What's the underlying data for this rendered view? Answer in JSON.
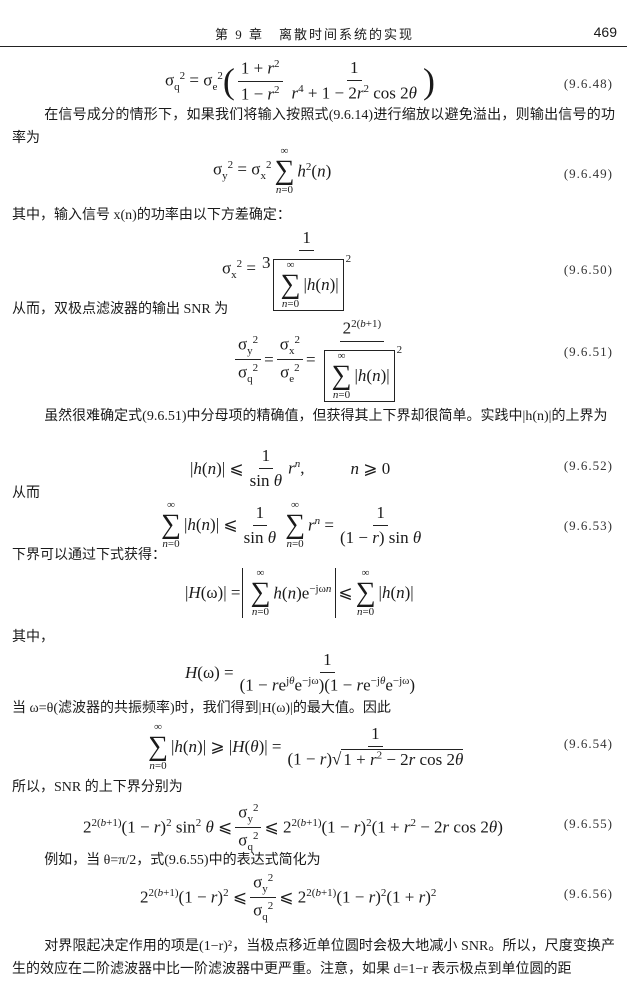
{
  "header": {
    "chapter_title": "第 9 章　离散时间系统的实现",
    "page_number": "469"
  },
  "paragraphs": {
    "p1": "在信号成分的情形下，如果我们将输入按照式(9.6.14)进行缩放以避免溢出，则输出信号的功率为",
    "p2": "其中，输入信号 x(n)的功率由以下方差确定：",
    "p3": "从而，双极点滤波器的输出 SNR 为",
    "p4": "虽然很难确定式(9.6.51)中分母项的精确值，但获得其上下界却很简单。实践中|h(n)|的上界为",
    "p5": "从而",
    "p6": "下界可以通过下式获得：",
    "p7": "其中，",
    "p8": "当 ω=θ(滤波器的共振频率)时，我们得到|H(ω)|的最大值。因此",
    "p9": "所以，SNR 的上下界分别为",
    "p10": "例如，当 θ=π/2，式(9.6.55)中的表达式简化为",
    "p11": "对界限起决定作用的项是(1−r)²，当极点移近单位圆时会极大地减小 SNR。所以，尺度变换产生的效应在二阶滤波器中比一阶滤波器中更严重。注意，如果 d=1−r 表示极点到单位圆的距"
  },
  "equations": {
    "e48": {
      "number": "(9.6.48)",
      "lhs": "σ<sub>q</sub><sup>2</sup> = σ<sub>e</sub><sup>2</sup>",
      "n1": "1 + <i>r</i><sup>2</sup>",
      "d1": "1 − <i>r</i><sup>2</sup>",
      "n2": "1",
      "d2": "<i>r</i><sup>4</sup> + 1 − 2<i>r</i><sup>2</sup> cos 2<i>θ</i>"
    },
    "e49": {
      "number": "(9.6.49)",
      "lhs": "σ<sub>y</sub><sup>2</sup> = σ<sub>x</sub><sup>2</sup>",
      "upper": "∞",
      "lower": "<i>n</i>=0",
      "term": "<i>h</i><sup>2</sup>(<i>n</i>)"
    },
    "e50": {
      "number": "(9.6.50)",
      "lhs": "σ<sub>x</sub><sup>2</sup> =",
      "num": "1",
      "coef": "3",
      "upper": "∞",
      "lower": "<i>n</i>=0",
      "term": "|<i>h</i>(<i>n</i>)|",
      "exp": "2"
    },
    "e51": {
      "number": "(9.6.51)",
      "n1": "σ<sub>y</sub><sup>2</sup>",
      "d1": "σ<sub>q</sub><sup>2</sup>",
      "n2": "σ<sub>x</sub><sup>2</sup>",
      "d2": "σ<sub>e</sub><sup>2</sup>",
      "n3": "2<sup>2(<i>b</i>+1)</sup>",
      "upper": "∞",
      "lower": "<i>n</i>=0",
      "term": "|<i>h</i>(<i>n</i>)|",
      "exp": "2"
    },
    "e52": {
      "number": "(9.6.52)",
      "lhs": "|<i>h</i>(<i>n</i>)| ⩽",
      "num": "1",
      "den": "sin <i>θ</i>",
      "rhs": "<i>r</i><sup><i>n</i></sup>,",
      "cond": "<i>n</i> ⩾ 0"
    },
    "e53": {
      "number": "(9.6.53)",
      "upper": "∞",
      "lower": "<i>n</i>=0",
      "term1": "|<i>h</i>(<i>n</i>)| ⩽",
      "num1": "1",
      "den1": "sin <i>θ</i>",
      "term2": "<i>r</i><sup><i>n</i></sup> =",
      "num2": "1",
      "den2": "(1 − <i>r</i>) sin <i>θ</i>"
    },
    "eH": {
      "lhs": "|<i>H</i>(ω)| =",
      "upper": "∞",
      "lower": "<i>n</i>=0",
      "inner": "<i>h</i>(<i>n</i>)e<sup>−jω<i>n</i></sup>",
      "le": "⩽",
      "term": "|<i>h</i>(<i>n</i>)|"
    },
    "eHw": {
      "lhs": "<i>H</i>(ω) =",
      "num": "1",
      "den": "(1 − <i>r</i>e<sup>j<i>θ</i></sup>e<sup>−jω</sup>)(1 − <i>r</i>e<sup>−j<i>θ</i></sup>e<sup>−jω</sup>)"
    },
    "e54": {
      "number": "(9.6.54)",
      "upper": "∞",
      "lower": "<i>n</i>=0",
      "term": "|<i>h</i>(<i>n</i>)| ⩾ |<i>H</i>(<i>θ</i>)| =",
      "num": "1",
      "den_a": "(1 − <i>r</i>)√",
      "den_b": "1 + <i>r</i><sup>2</sup> − 2<i>r</i> cos 2<i>θ</i>"
    },
    "e55": {
      "number": "(9.6.55)",
      "left": "2<sup>2(<i>b</i>+1)</sup>(1 − <i>r</i>)<sup>2</sup> sin<sup>2</sup> <i>θ</i> ⩽",
      "num": "σ<sub>y</sub><sup>2</sup>",
      "den": "σ<sub>q</sub><sup>2</sup>",
      "right": "⩽ 2<sup>2(<i>b</i>+1)</sup>(1 − <i>r</i>)<sup>2</sup>(1 + <i>r</i><sup>2</sup> − 2<i>r</i> cos 2<i>θ</i>)"
    },
    "e56": {
      "number": "(9.6.56)",
      "left": "2<sup>2(<i>b</i>+1)</sup>(1 − <i>r</i>)<sup>2</sup> ⩽",
      "num": "σ<sub>y</sub><sup>2</sup>",
      "den": "σ<sub>q</sub><sup>2</sup>",
      "right": "⩽ 2<sup>2(<i>b</i>+1)</sup>(1 − <i>r</i>)<sup>2</sup>(1 + <i>r</i>)<sup>2</sup>"
    }
  }
}
